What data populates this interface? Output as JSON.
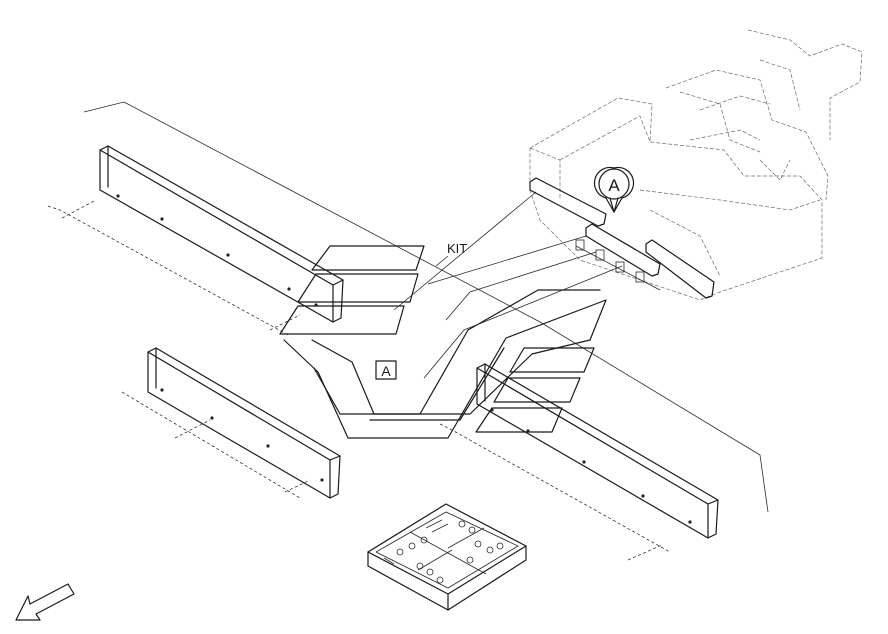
{
  "labels": {
    "kit": "KIT",
    "callout_circle": "A",
    "callout_box": "A"
  },
  "colors": {
    "line": "#1a1a1a",
    "background": "#ffffff"
  },
  "icons": {
    "direction_arrow": "arrow-down-left-icon"
  }
}
